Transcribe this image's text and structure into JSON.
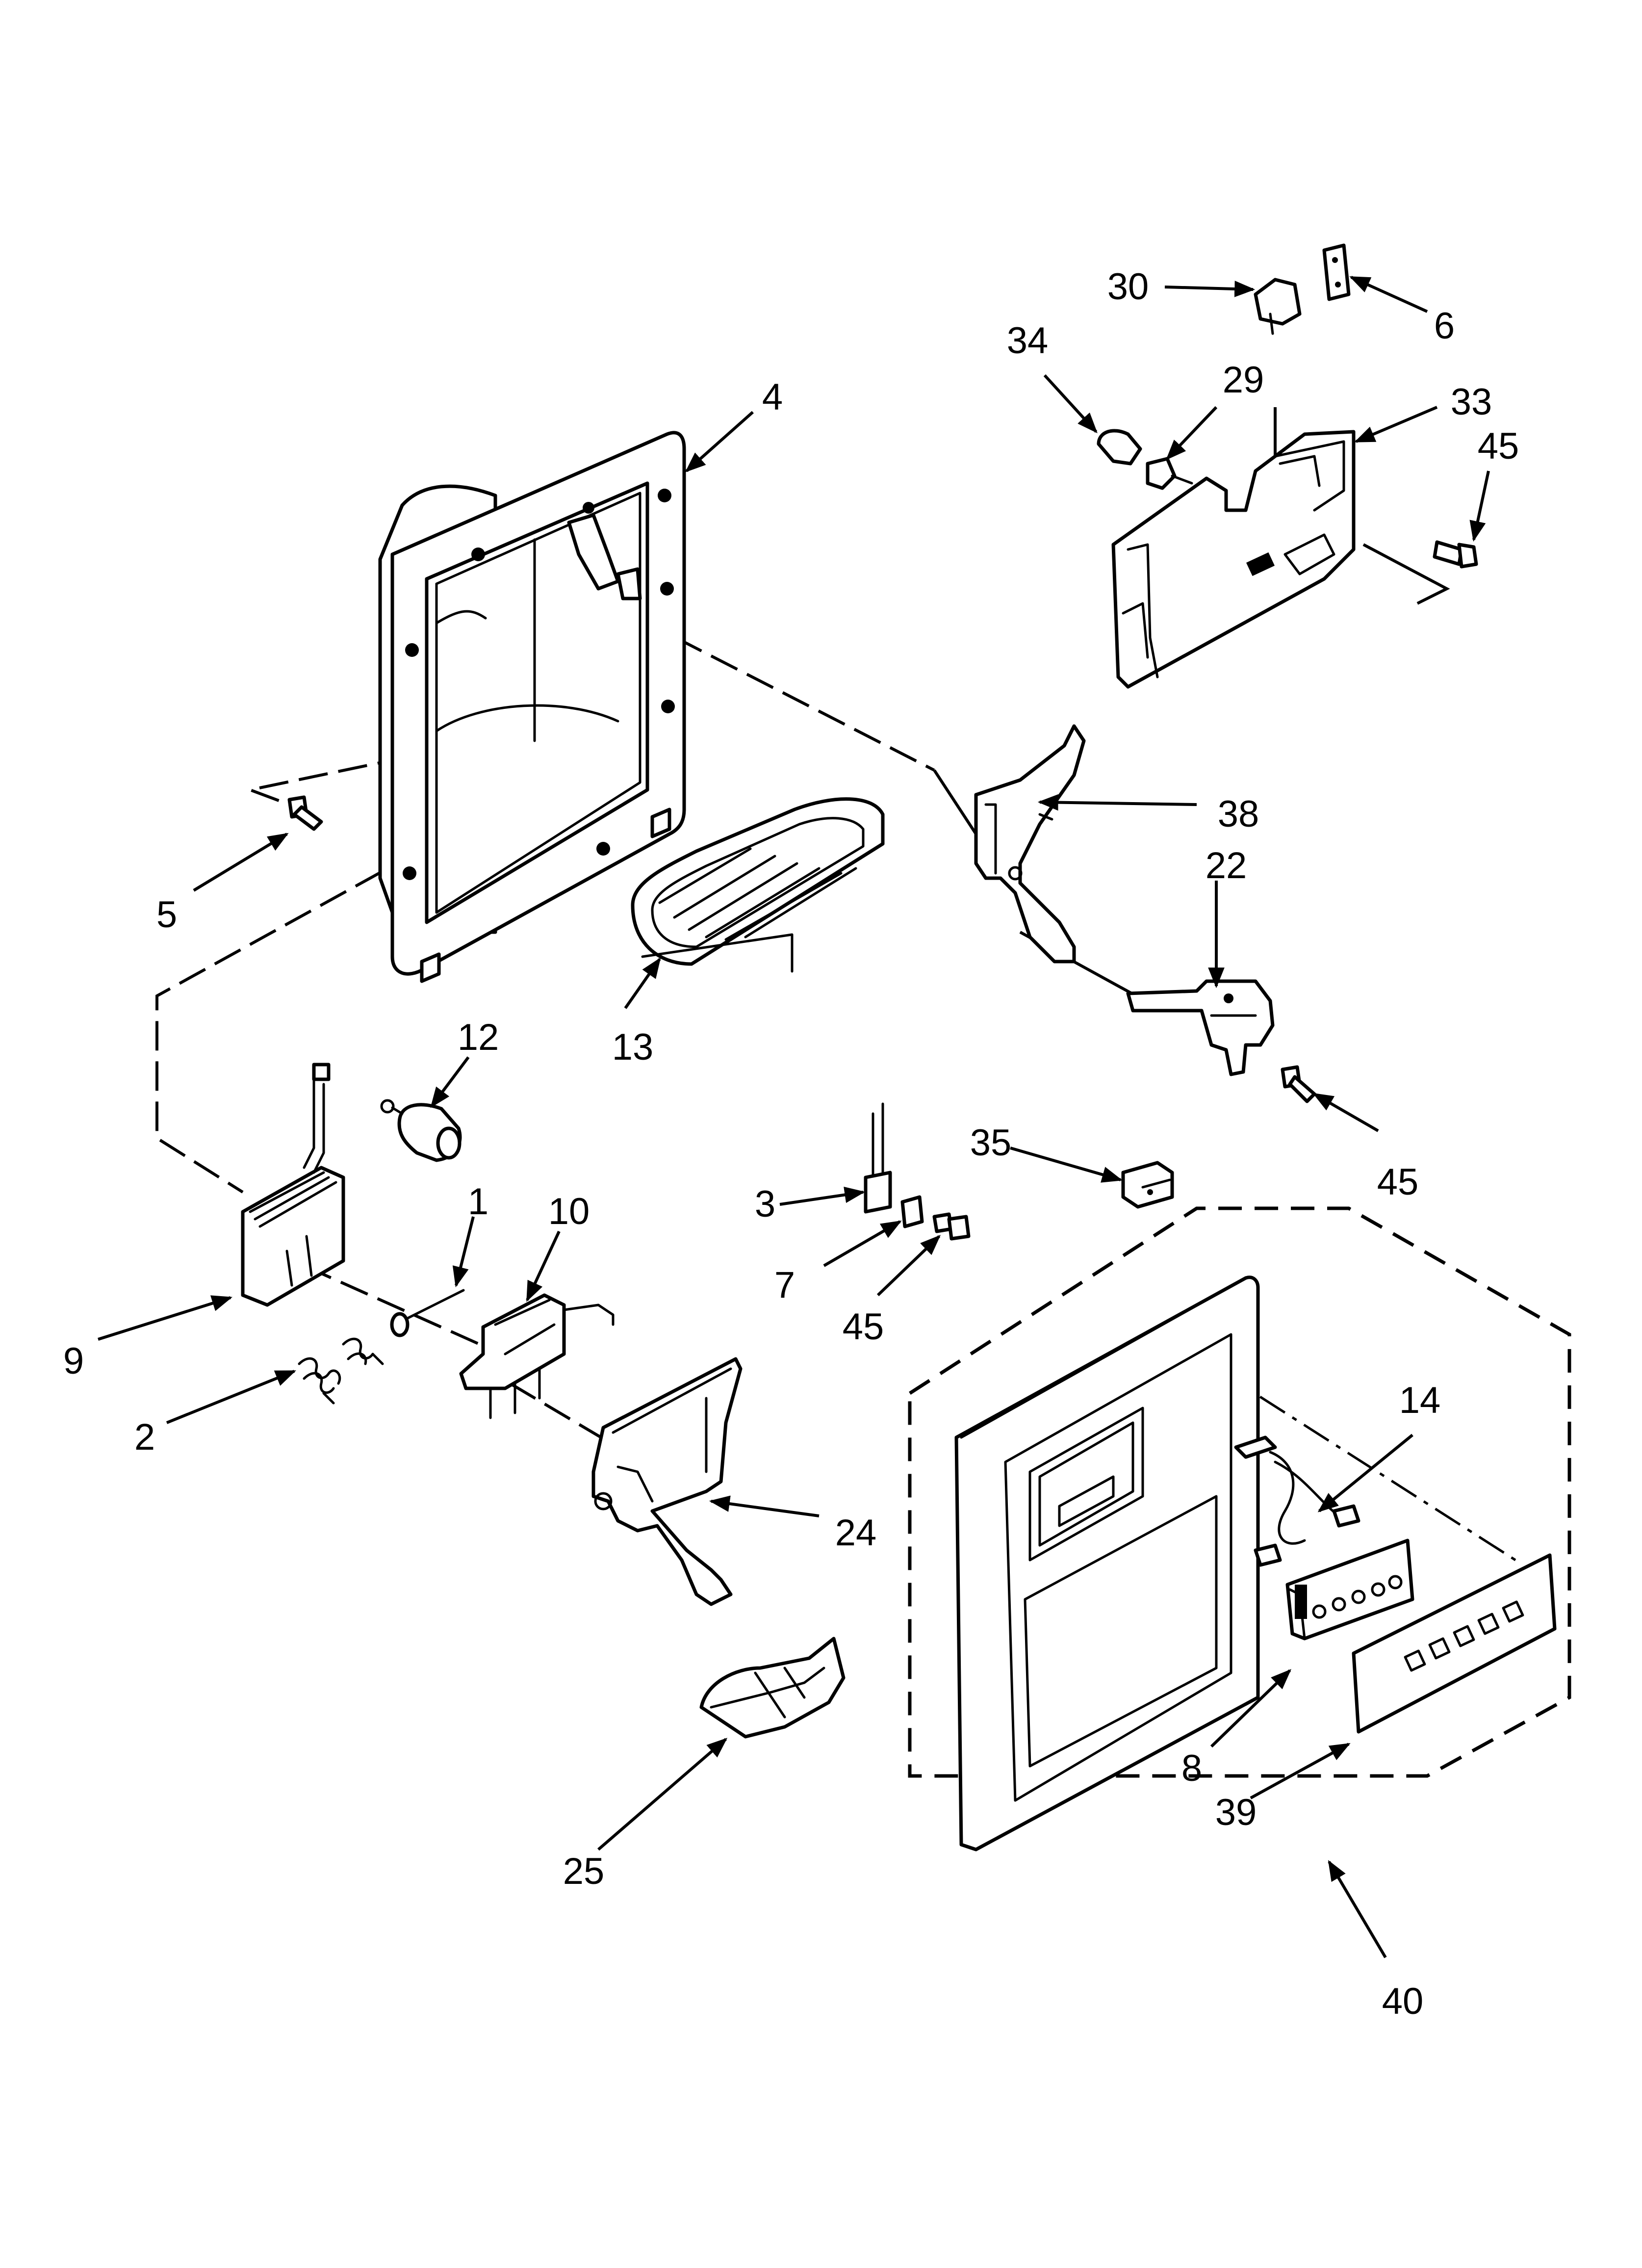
{
  "callouts": [
    {
      "id": "30",
      "text": "30"
    },
    {
      "id": "6",
      "text": "6"
    },
    {
      "id": "34",
      "text": "34"
    },
    {
      "id": "29",
      "text": "29"
    },
    {
      "id": "33",
      "text": "33"
    },
    {
      "id": "45a",
      "text": "45"
    },
    {
      "id": "4",
      "text": "4"
    },
    {
      "id": "38",
      "text": "38"
    },
    {
      "id": "22",
      "text": "22"
    },
    {
      "id": "5",
      "text": "5"
    },
    {
      "id": "12",
      "text": "12"
    },
    {
      "id": "13",
      "text": "13"
    },
    {
      "id": "35",
      "text": "35"
    },
    {
      "id": "45b",
      "text": "45"
    },
    {
      "id": "1",
      "text": "1"
    },
    {
      "id": "10",
      "text": "10"
    },
    {
      "id": "3",
      "text": "3"
    },
    {
      "id": "7",
      "text": "7"
    },
    {
      "id": "45c",
      "text": "45"
    },
    {
      "id": "9",
      "text": "9"
    },
    {
      "id": "14",
      "text": "14"
    },
    {
      "id": "2",
      "text": "2"
    },
    {
      "id": "24",
      "text": "24"
    },
    {
      "id": "8",
      "text": "8"
    },
    {
      "id": "39",
      "text": "39"
    },
    {
      "id": "25",
      "text": "25"
    },
    {
      "id": "40",
      "text": "40"
    }
  ]
}
